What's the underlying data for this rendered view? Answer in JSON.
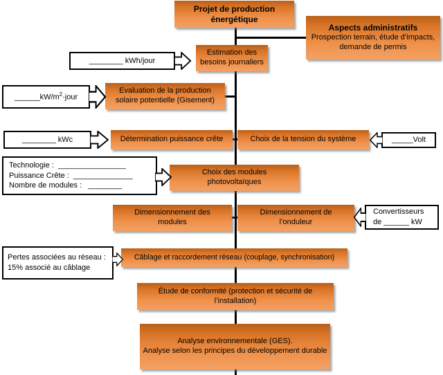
{
  "diagram": {
    "type": "flowchart",
    "language": "fr",
    "accent_color": "#ED8B41",
    "line_color": "#000000",
    "nodes": {
      "projet": "Projet de production énergétique",
      "aspects_title": "Aspects administratifs",
      "aspects_body": "Prospection terrain, étude d’impacts, demande de permis",
      "estimation": "Estimation des besoins journaliers",
      "evaluation": "Evaluation de la production solaire potentielle (Gisement)",
      "determination": "Détermination puissance crête",
      "tension": "Choix de la tension du système",
      "choix_modules": "Choix des modules photovoltaïques",
      "dim_modules": "Dimensionnement des modules",
      "dim_onduleur": "Dimensionnement de l’onduleur",
      "cablage": "Câblage et raccordement réseau (couplage, synchronisation)",
      "conformite": "Étude de conformité (protection et sécurité de l’installation)",
      "analyse_line1": "Analyse environnementale (GES).",
      "analyse_line2": "Analyse selon les principes du développement durable"
    },
    "callouts": {
      "kwh_jour": "________ kWh/jour",
      "kw_m2_pre": "______kW/m",
      "kw_m2_sup": "2",
      "kw_m2_post": "·jour",
      "kwc": "________ kWc",
      "tech_line1": "Technologie :  ________________",
      "tech_line2": "Puissance Crête :  ______________",
      "tech_line3": "Nombre de modules :   ________",
      "volt": "_____Volt",
      "conv_line1": "Convertisseurs",
      "conv_line2": "de ______ kW",
      "pertes_line1": "Pertes associées au réseau :",
      "pertes_line2": "15% associé au câblage"
    }
  }
}
